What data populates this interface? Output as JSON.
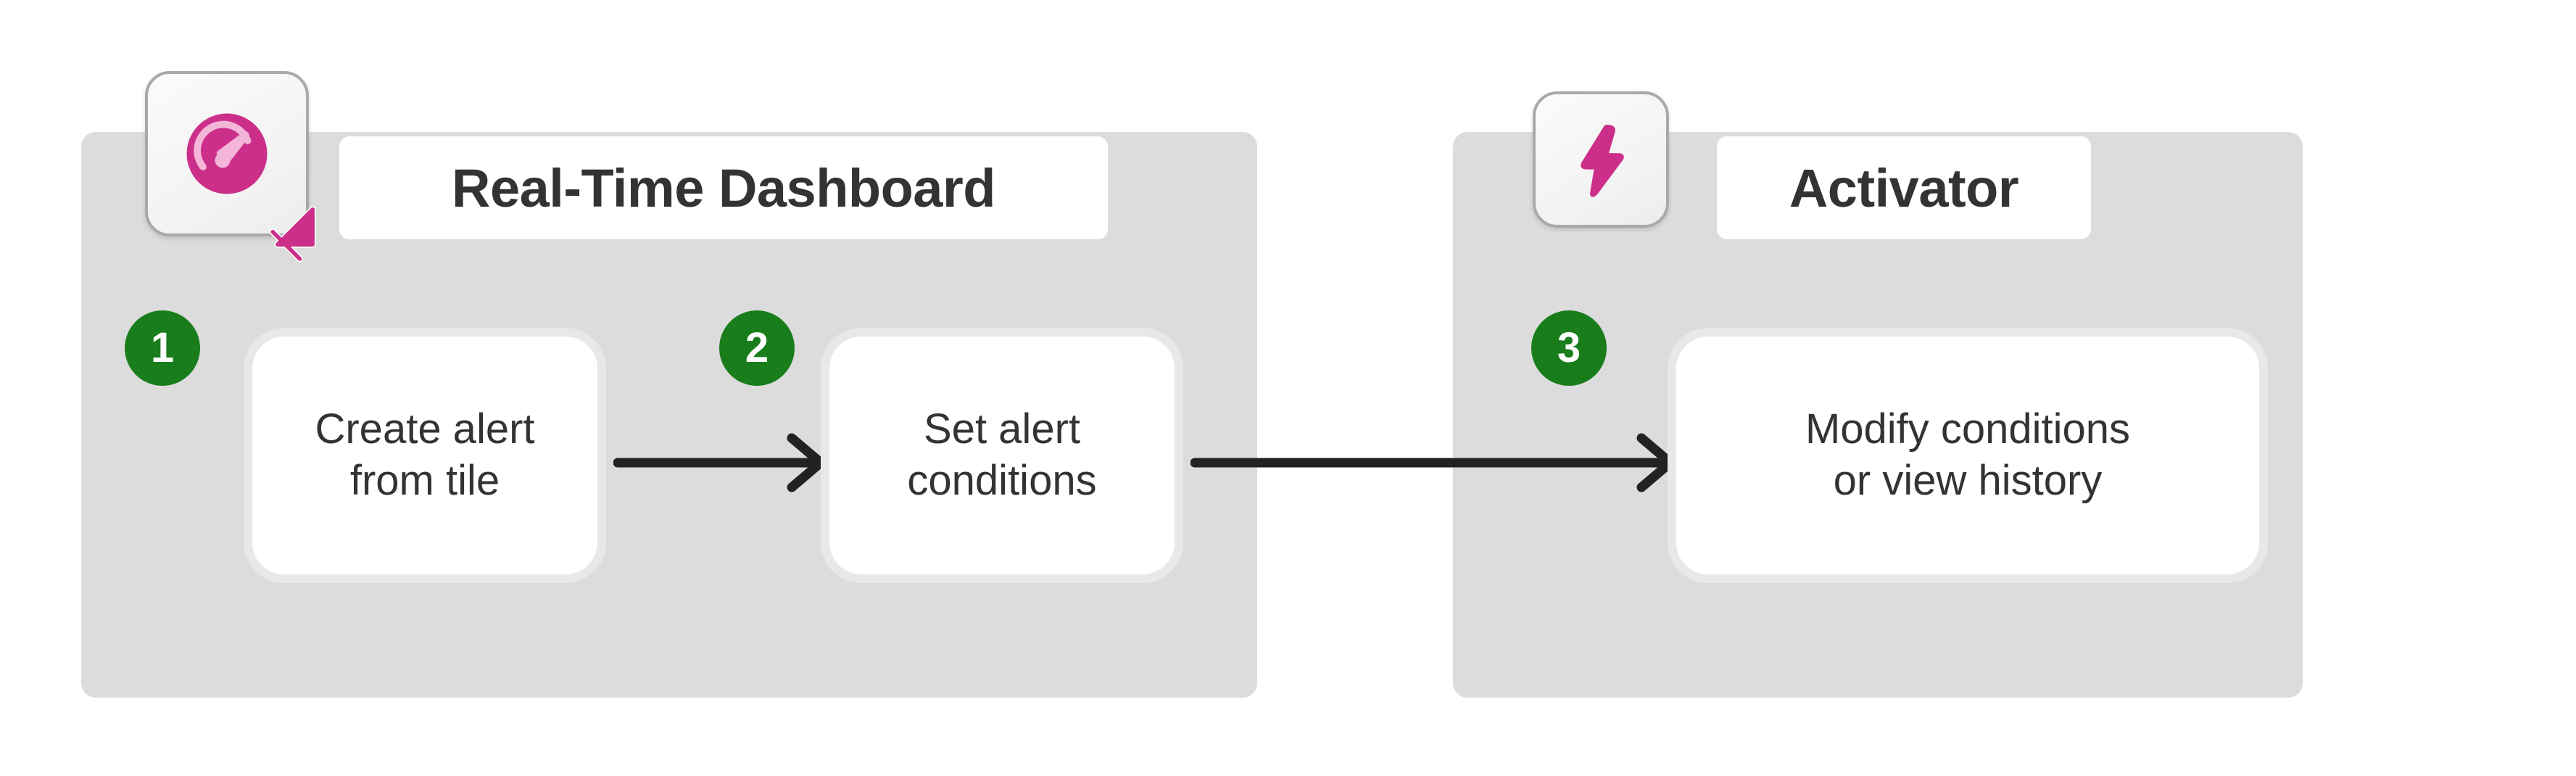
{
  "diagram": {
    "background_color": "#ffffff",
    "groups": [
      {
        "id": "dashboard",
        "title": "Real-Time Dashboard",
        "panel_color": "#dcdcdc",
        "icon": "gauge-icon",
        "icon_color": "#cc2f8a",
        "overlay_icon": "cursor-arrow-icon"
      },
      {
        "id": "activator",
        "title": "Activator",
        "panel_color": "#dcdcdc",
        "icon": "lightning-bolt-icon",
        "icon_color": "#cc2f8a"
      }
    ],
    "badge_color": "#197d1c",
    "arrow_color": "#222222",
    "steps": [
      {
        "number": "1",
        "line1": "Create alert",
        "line2": "from tile",
        "group": "dashboard"
      },
      {
        "number": "2",
        "line1": "Set alert",
        "line2": "conditions",
        "group": "dashboard"
      },
      {
        "number": "3",
        "line1": "Modify conditions",
        "line2": "or view history",
        "group": "activator"
      }
    ],
    "connectors": [
      {
        "from": "1",
        "to": "2"
      },
      {
        "from": "2",
        "to": "3"
      }
    ]
  }
}
